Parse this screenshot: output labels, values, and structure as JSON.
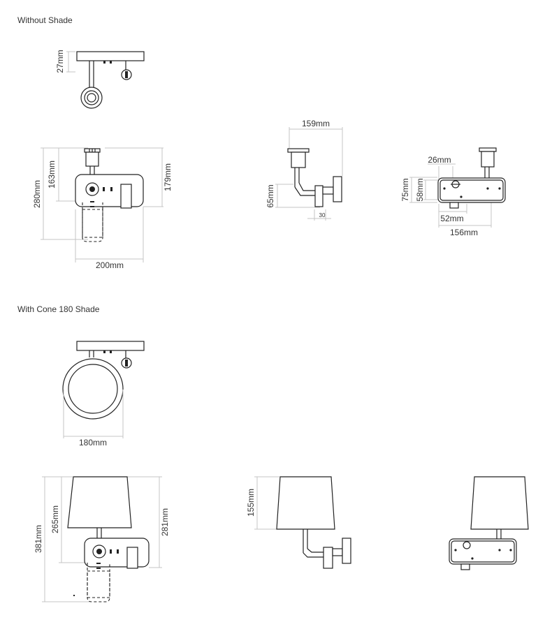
{
  "sections": {
    "without_shade": {
      "title": "Without Shade"
    },
    "with_shade": {
      "title": "With Cone 180 Shade"
    }
  },
  "dims": {
    "top_height": "27mm",
    "front_height_total": "280mm",
    "front_height_socket": "163mm",
    "front_height_side": "179mm",
    "front_width": "200mm",
    "side_depth": "159mm",
    "side_height": "65mm",
    "side_small": "30",
    "back_top": "26mm",
    "back_h1": "75mm",
    "back_h2": "58mm",
    "back_w1": "52mm",
    "back_w2": "156mm",
    "shade_diameter": "180mm",
    "shade_total": "381mm",
    "shade_mid": "265mm",
    "shade_side": "281mm",
    "shade_height": "155mm"
  }
}
